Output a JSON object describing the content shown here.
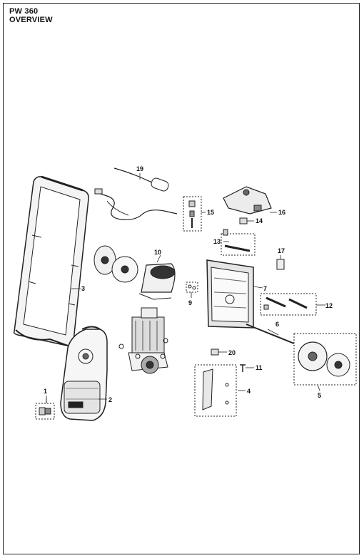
{
  "header": {
    "model": "PW 360",
    "section": "OVERVIEW"
  },
  "callouts": [
    {
      "id": "1",
      "label": "1"
    },
    {
      "id": "2",
      "label": "2"
    },
    {
      "id": "3",
      "label": "3"
    },
    {
      "id": "4",
      "label": "4"
    },
    {
      "id": "5",
      "label": "5"
    },
    {
      "id": "6",
      "label": "6"
    },
    {
      "id": "7",
      "label": "7"
    },
    {
      "id": "9",
      "label": "9"
    },
    {
      "id": "10",
      "label": "10"
    },
    {
      "id": "11",
      "label": "11"
    },
    {
      "id": "12",
      "label": "12"
    },
    {
      "id": "13",
      "label": "13"
    },
    {
      "id": "14",
      "label": "14"
    },
    {
      "id": "15",
      "label": "15"
    },
    {
      "id": "16",
      "label": "16"
    },
    {
      "id": "17",
      "label": "17"
    },
    {
      "id": "19",
      "label": "19"
    },
    {
      "id": "20",
      "label": "20"
    }
  ]
}
